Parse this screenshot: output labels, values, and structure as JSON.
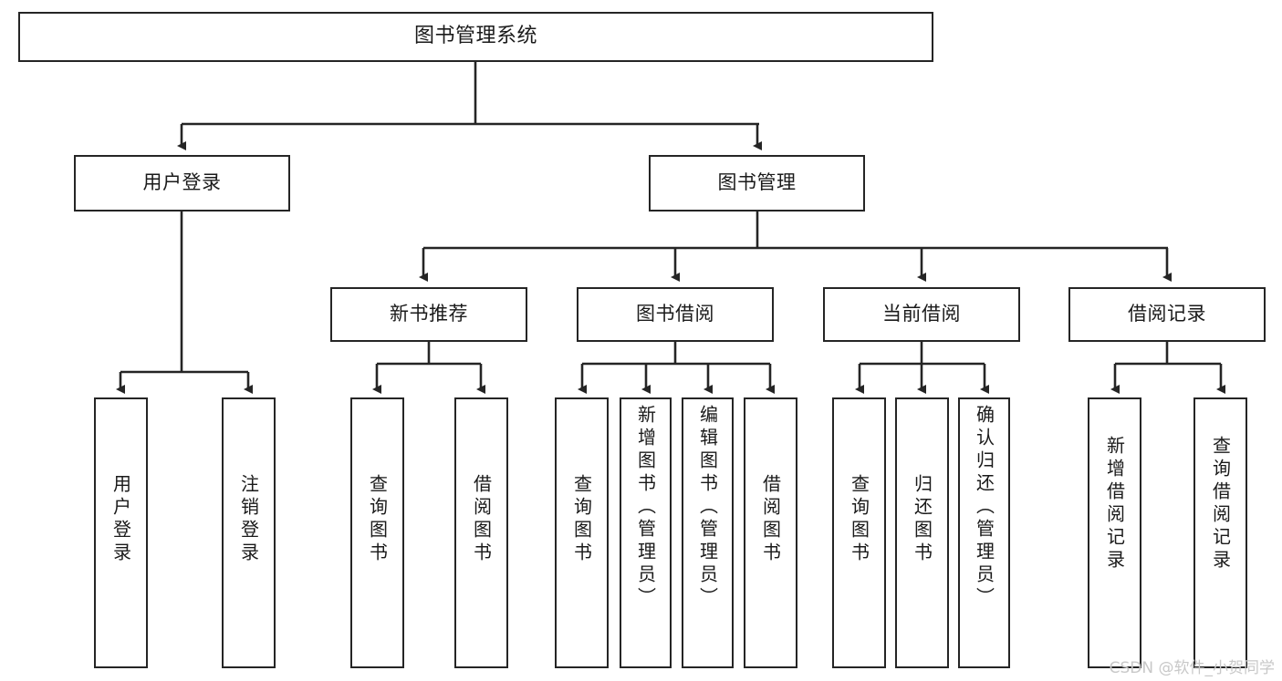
{
  "diagram": {
    "title": "图书管理系统",
    "watermark": "CSDN @软件_小贺同学",
    "root": {
      "label": "图书管理系统"
    },
    "level2": [
      {
        "label": "用户登录"
      },
      {
        "label": "图书管理"
      }
    ],
    "level3": [
      {
        "label": "新书推荐"
      },
      {
        "label": "图书借阅"
      },
      {
        "label": "当前借阅"
      },
      {
        "label": "借阅记录"
      }
    ],
    "leaves": {
      "user_login": [
        {
          "label": "用户登录"
        },
        {
          "label": "注销登录"
        }
      ],
      "new_book": [
        {
          "label": "查询图书"
        },
        {
          "label": "借阅图书"
        }
      ],
      "book_borrow": [
        {
          "label": "查询图书"
        },
        {
          "label": "新增图书（管理员）"
        },
        {
          "label": "编辑图书（管理员）"
        },
        {
          "label": "借阅图书"
        }
      ],
      "current_borrow": [
        {
          "label": "查询图书"
        },
        {
          "label": "归还图书"
        },
        {
          "label": "确认归还（管理员）"
        }
      ],
      "borrow_record": [
        {
          "label": "新增借阅记录"
        },
        {
          "label": "查询借阅记录"
        }
      ]
    }
  },
  "colors": {
    "stroke": "#252525",
    "background": "#ffffff",
    "text": "#1a1a1a",
    "watermark": "#c8c8c8"
  }
}
